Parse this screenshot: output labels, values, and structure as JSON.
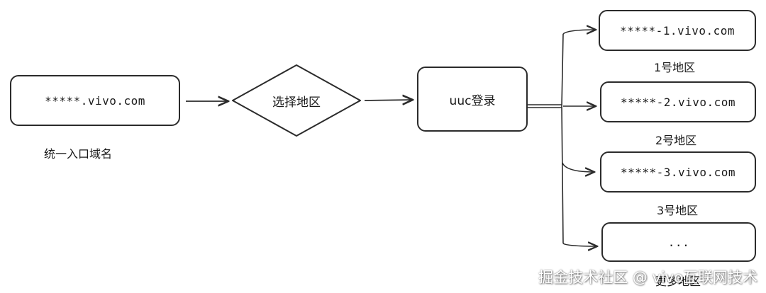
{
  "entry": {
    "domain": "*****.vivo.com",
    "caption": "统一入口域名"
  },
  "selector": {
    "label": "选择地区"
  },
  "login": {
    "label": "uuc登录"
  },
  "regions": [
    {
      "domain": "*****-1.vivo.com",
      "caption": "1号地区"
    },
    {
      "domain": "*****-2.vivo.com",
      "caption": "2号地区"
    },
    {
      "domain": "*****-3.vivo.com",
      "caption": "3号地区"
    },
    {
      "domain": "...",
      "caption": "更多地区"
    }
  ],
  "watermark": "掘金技术社区 @ vivo互联网技术",
  "colors": {
    "stroke": "#2b2b2b",
    "background": "#ffffff"
  }
}
